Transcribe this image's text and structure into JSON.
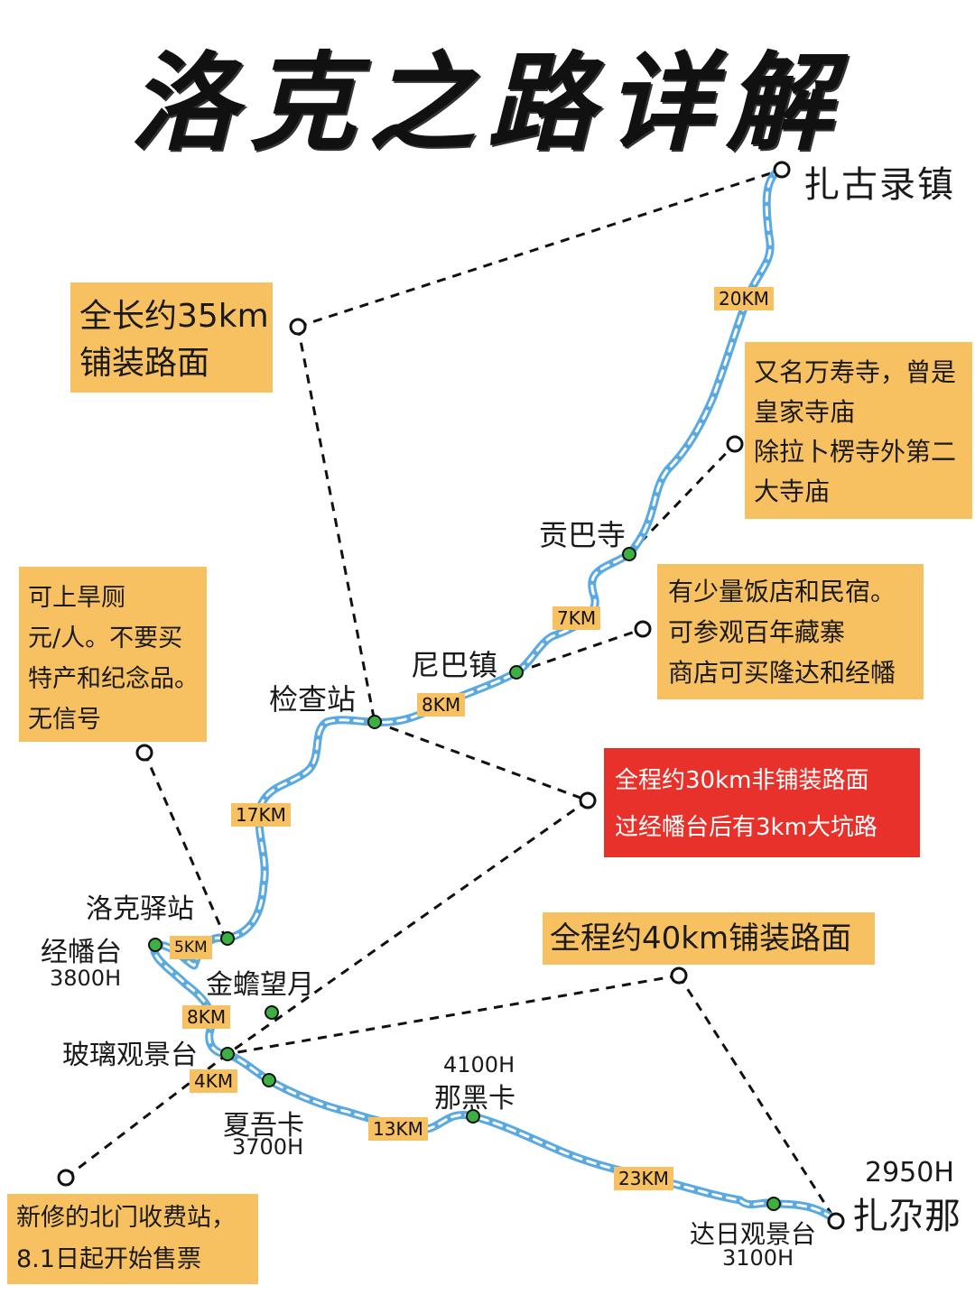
{
  "title": "洛克之路详解",
  "places": {
    "zhagulu": "扎古录镇",
    "gongba": "贡巴寺",
    "niba": "尼巴镇",
    "jianchazhan": "检查站",
    "luoke": "洛克驿站",
    "jingfantai": "经幡台",
    "jingfantai_alt": "3800H",
    "jinchan": "金蟾望月",
    "boli": "玻璃观景台",
    "xiawuka": "夏吾卡",
    "xiawuka_alt": "3700H",
    "naheika": "那黑卡",
    "naheika_alt": "4100H",
    "dari": "达日观景台",
    "dari_alt": "3100H",
    "zhagana": "扎尕那",
    "zhagana_alt": "2950H"
  },
  "distances": {
    "d20": "20KM",
    "d7": "7KM",
    "d8a": "8KM",
    "d17": "17KM",
    "d5": "5KM",
    "d8b": "8KM",
    "d4": "4KM",
    "d13": "13KM",
    "d23": "23KM"
  },
  "notes": {
    "paved35": [
      "全长约35km",
      "铺装路面"
    ],
    "gongba_note": [
      "又名万寿寺，曾是",
      "皇家寺庙",
      "除拉卜楞寺外第二",
      "大寺庙"
    ],
    "niba_note": [
      "有少量饭店和民宿。",
      "可参观百年藏寨",
      "商店可买隆达和经幡"
    ],
    "toilet_note": [
      "可上旱厕",
      "元/人。不要买",
      "特产和纪念品。",
      "无信号"
    ],
    "unpaved30": [
      "全程约30km非铺装路面",
      "过经幡台后有3km大坑路"
    ],
    "paved40": "全程约40km铺装路面",
    "tollgate": [
      "新修的北门收费站，",
      "8.1日起开始售票"
    ]
  },
  "colors": {
    "route": "#5aa9e0",
    "marker": "#3cb043",
    "box": "#f7c061",
    "alert": "#e8312a"
  }
}
